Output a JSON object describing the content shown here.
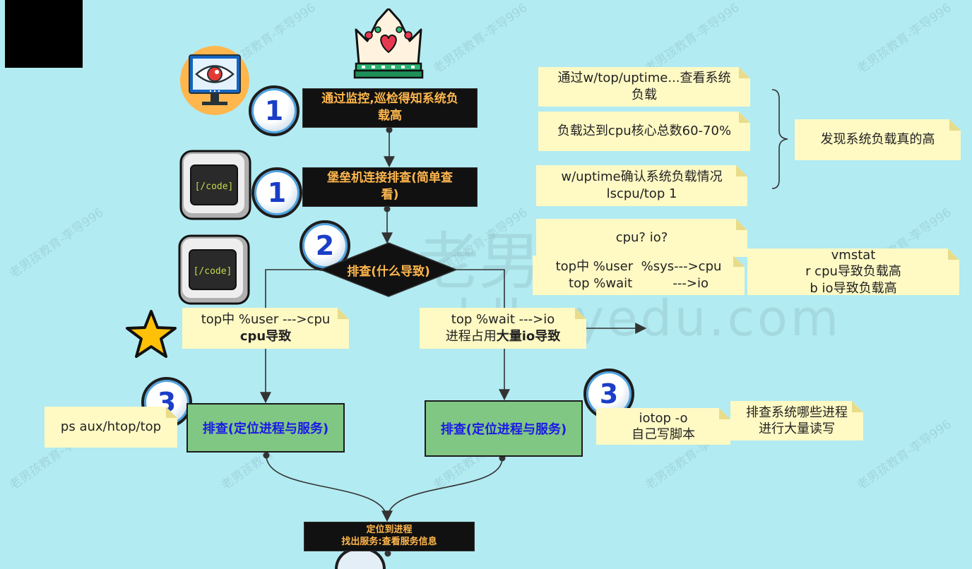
{
  "watermark": {
    "small": "老男孩教育-李导996",
    "big": "老男孩教育",
    "url": "oldboyedu.com"
  },
  "steps": {
    "monitor": [
      "通过监控,巡检得知系统负",
      "载高"
    ],
    "jump": [
      "堡垒机连接排查(简单查",
      "看)"
    ],
    "decision": "排查(什么导致)",
    "left_locate": "排查(定位进程与服务)",
    "right_locate": "排查(定位进程与服务)",
    "final": [
      "定位到进程",
      "找出服务:查看服务信息"
    ]
  },
  "badges": {
    "b1a": "1",
    "b1b": "1",
    "b2": "2",
    "b3a": "3",
    "b3b": "3"
  },
  "icons": {
    "code_label": "[/code]"
  },
  "notes": {
    "top1": [
      "通过w/top/uptime...查看系统",
      "负载"
    ],
    "top2": "负载达到cpu核心总数60-70%",
    "top3": [
      "w/uptime确认系统负载情况",
      "lscpu/top 1"
    ],
    "side": "发现系统负载真的高",
    "cpuio": "cpu?  io?",
    "topuser": [
      "top中 %user  %sys--->cpu",
      "top %wait          --->io"
    ],
    "vmstat": [
      "vmstat",
      "r cpu导致负载高",
      "b io导致负载高"
    ],
    "leftcause": {
      "line1": "top中 %user --->cpu",
      "line2": "cpu导致"
    },
    "rightcause": {
      "line1": "top %wait --->io",
      "line2a": "进程占用",
      "line2b": "大量io导致"
    },
    "ps": "ps  aux/htop/top",
    "iotop": [
      "iotop -o",
      "自己写脚本"
    ],
    "rw": [
      "排查系统哪些进程",
      "进行大量读写"
    ]
  }
}
